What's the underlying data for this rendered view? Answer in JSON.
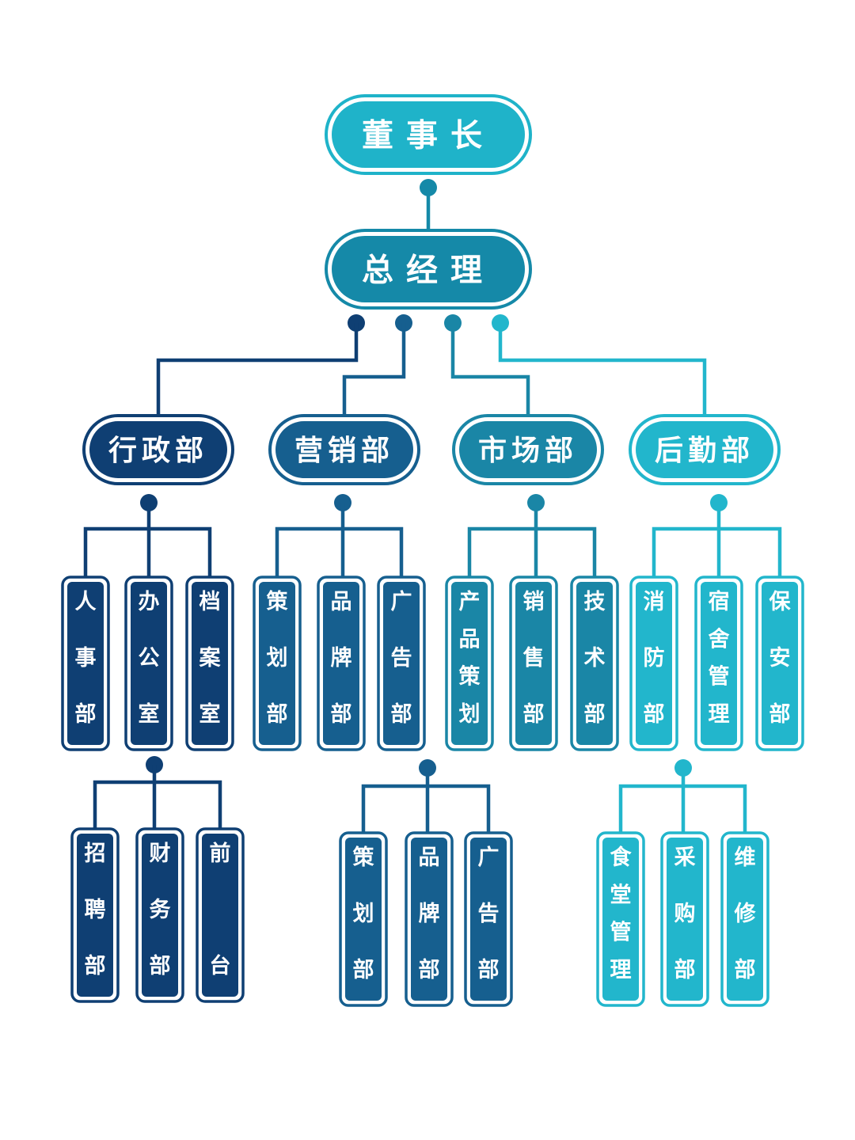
{
  "colors": {
    "navy": "#0f3f73",
    "blue": "#165f8f",
    "teal": "#1a86a6",
    "cyan": "#22b6cc",
    "top": "#1fb3c9",
    "gm": "#1589a8",
    "text": "#ffffff",
    "background": "#ffffff"
  },
  "diagram": {
    "chairman": {
      "label": "董事长"
    },
    "general_manager": {
      "label": "总经理"
    },
    "departments": [
      {
        "label": "行政部",
        "subunits": [
          {
            "label": "人事部"
          },
          {
            "label": "办公室",
            "subunits": [
              {
                "label": "招聘部"
              },
              {
                "label": "财务部"
              },
              {
                "label": "前台"
              }
            ]
          },
          {
            "label": "档案室"
          }
        ]
      },
      {
        "label": "营销部",
        "subunits": [
          {
            "label": "策划部"
          },
          {
            "label": "品牌部"
          },
          {
            "label": "广告部"
          }
        ],
        "level3": [
          {
            "label": "策划部"
          },
          {
            "label": "品牌部"
          },
          {
            "label": "广告部"
          }
        ]
      },
      {
        "label": "市场部",
        "subunits": [
          {
            "label": "产品策划"
          },
          {
            "label": "销售部"
          },
          {
            "label": "技术部"
          }
        ]
      },
      {
        "label": "后勤部",
        "subunits": [
          {
            "label": "消防部"
          },
          {
            "label": "宿舍管理"
          },
          {
            "label": "保安部"
          }
        ],
        "level3": [
          {
            "label": "食堂管理"
          },
          {
            "label": "采购部"
          },
          {
            "label": "维修部"
          }
        ]
      }
    ]
  }
}
